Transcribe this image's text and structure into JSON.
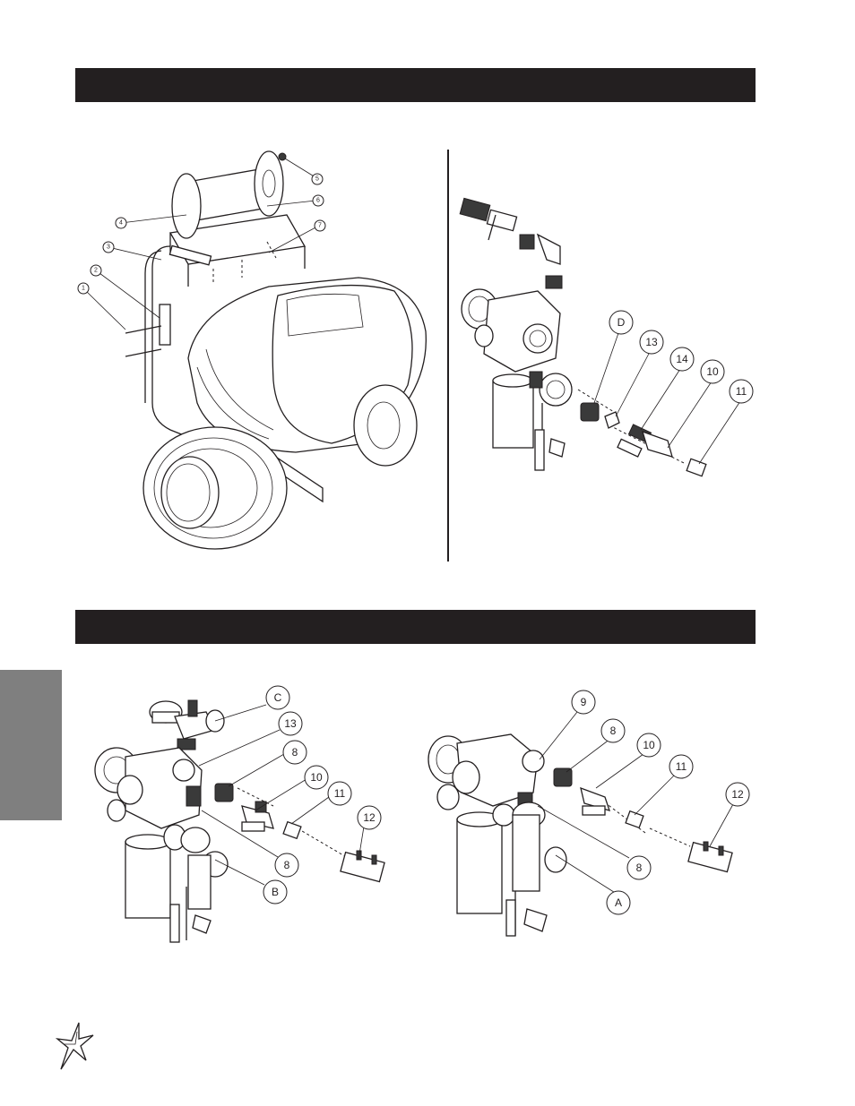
{
  "callouts": {
    "fig1": [
      "1",
      "2",
      "3",
      "4",
      "5",
      "6",
      "7"
    ],
    "fig2": [
      "D",
      "13",
      "14",
      "10",
      "11"
    ],
    "fig3": [
      "C",
      "13",
      "8",
      "10",
      "11",
      "12",
      "8",
      "B"
    ],
    "fig4": [
      "9",
      "8",
      "10",
      "11",
      "12",
      "8",
      "A"
    ]
  },
  "icons": {
    "logo": "star-logo-icon"
  },
  "colors": {
    "header_bar": "#231f20",
    "side_tab": "#7f7f7f"
  }
}
